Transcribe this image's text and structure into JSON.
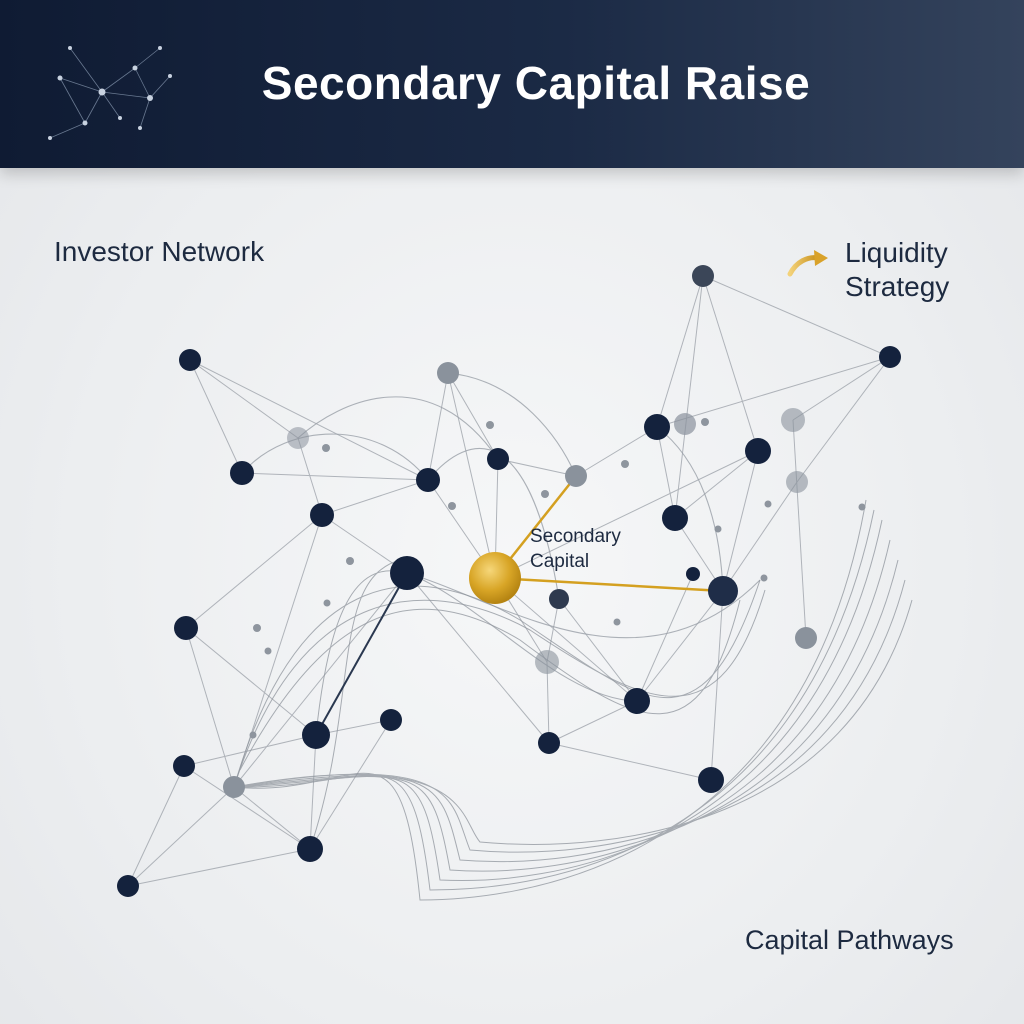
{
  "header": {
    "title": "Secondary Capital Raise",
    "icon": "network-icon"
  },
  "labels": {
    "investor_network": "Investor Network",
    "liquidity_strategy_line1": "Liquidity",
    "liquidity_strategy_line2": "Strategy",
    "capital_pathways": "Capital Pathways",
    "center_line1": "Secondary",
    "center_line2": "Capital"
  },
  "icons": {
    "strategy": "curved-arrow-icon"
  },
  "colors": {
    "header_dark": "#0f1b33",
    "node_dark": "#14223d",
    "node_grey": "#8a929c",
    "gold": "#d4a020",
    "edge": "#9aa0a8"
  }
}
